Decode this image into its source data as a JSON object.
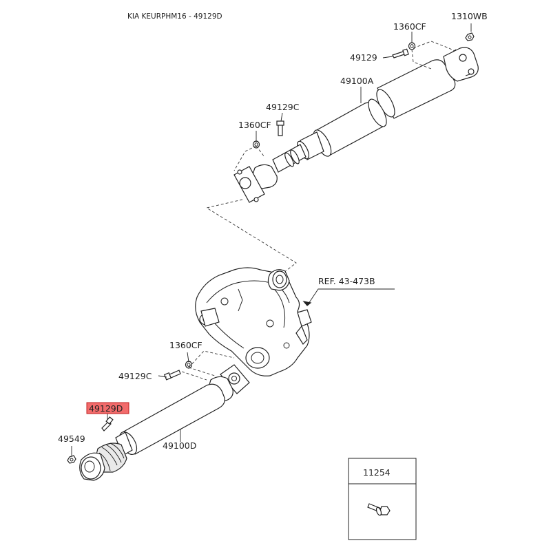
{
  "header": {
    "title": "KIA KEURPHM16 - 49129D"
  },
  "labels": {
    "top_nut": "1310WB",
    "top_washer": "1360CF",
    "top_bolt": "49129",
    "top_shaft": "49100A",
    "mid_bolt": "49129C",
    "mid_washer": "1360CF",
    "ref": "REF. 43-473B",
    "low_washer": "1360CF",
    "low_bolt": "49129C",
    "highlighted": "49129D",
    "boot_nut": "49549",
    "low_shaft": "49100D"
  },
  "inset": {
    "label": "11254"
  },
  "colors": {
    "highlight": "#f26b6b",
    "line": "#222222"
  }
}
